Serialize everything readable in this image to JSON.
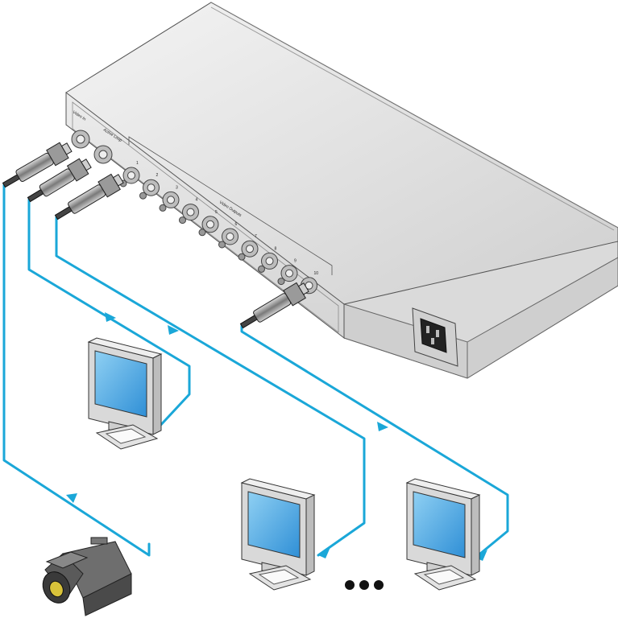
{
  "device": {
    "video_in_label": "Video In",
    "active_loop_label": "Active Loop",
    "video_outputs_label": "Video Outputs",
    "output_numbers": [
      "1",
      "2",
      "3",
      "4",
      "5",
      "6",
      "7",
      "8",
      "9",
      "10"
    ]
  },
  "colors": {
    "cable": "#1aa7d8",
    "device_body": "#dcdcdc",
    "screen": "#3aa0e0"
  },
  "icons": {
    "source": "video-camera-icon",
    "display": "monitor-icon",
    "continuation": "ellipsis-icon"
  }
}
